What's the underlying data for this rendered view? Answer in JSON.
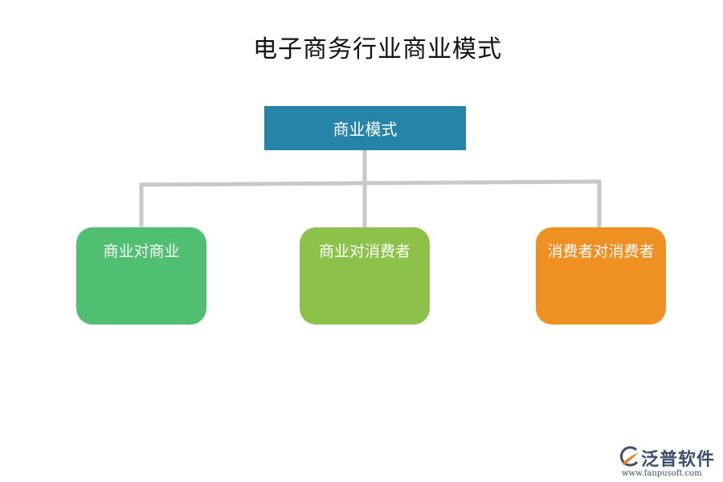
{
  "title": "电子商务行业商业模式",
  "root": {
    "label": "商业模式",
    "color": "#2684a8"
  },
  "connector_color": "#c8c8c8",
  "children": [
    {
      "label": "商业对商业",
      "color": "#51bf72"
    },
    {
      "label": "商业对消费者",
      "color": "#8dc24a"
    },
    {
      "label": "消费者对消费者",
      "color": "#ee9022"
    }
  ],
  "watermark": {
    "brand": "泛普软件",
    "url": "www.fanpusoft.com",
    "colors": {
      "text": "#3a4f6c",
      "accent": "#e8832a"
    }
  }
}
